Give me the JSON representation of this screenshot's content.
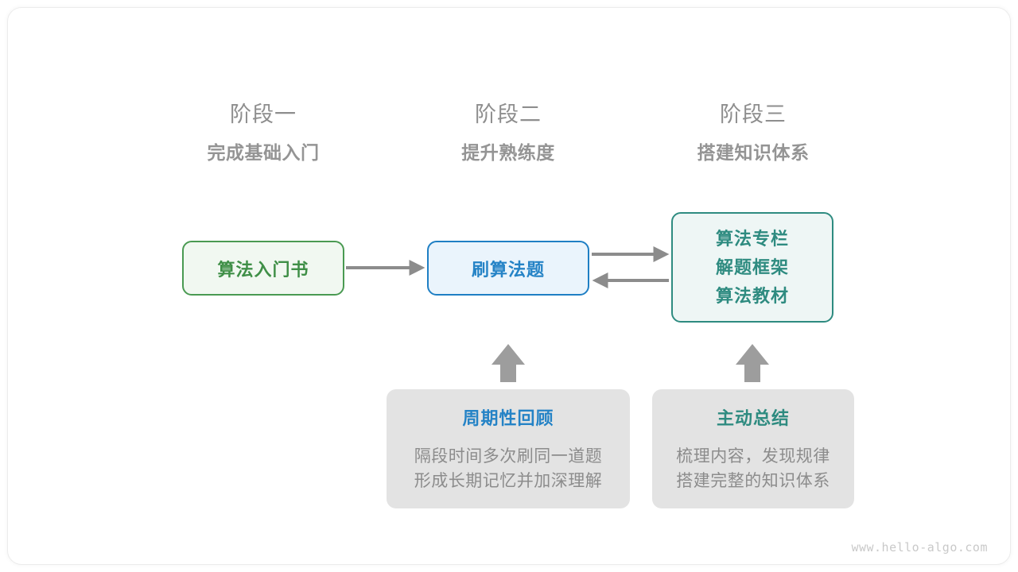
{
  "diagram": {
    "title_watermark": "www.hello-algo.com",
    "colors": {
      "green": "#4a9a52",
      "green_fill": "#f1f8f1",
      "green_text": "#3f8f47",
      "blue": "#1f7fc4",
      "blue_fill": "#eaf4fc",
      "blue_text": "#2583c6",
      "teal": "#2e8b80",
      "teal_fill": "#eef6f5",
      "gray_box": "#e3e3e3",
      "gray_text": "#8c8c8c",
      "arrow": "#8c8c8c",
      "header_title": "#8e8e8e",
      "header_subtitle": "#949494"
    },
    "stages": [
      {
        "title": "阶段一",
        "subtitle": "完成基础入门"
      },
      {
        "title": "阶段二",
        "subtitle": "提升熟练度"
      },
      {
        "title": "阶段三",
        "subtitle": "搭建知识体系"
      }
    ],
    "nodes": {
      "intro_book": {
        "label": "算法入门书"
      },
      "practice": {
        "label": "刷算法题"
      },
      "knowledge": {
        "lines": [
          "算法专栏",
          "解题框架",
          "算法教材"
        ]
      }
    },
    "info_cards": [
      {
        "title": "周期性回顾",
        "lines": [
          "隔段时间多次刷同一道题",
          "形成长期记忆并加深理解"
        ]
      },
      {
        "title": "主动总结",
        "lines": [
          "梳理内容，发现规律",
          "搭建完整的知识体系"
        ]
      }
    ],
    "arrows": [
      {
        "name": "intro-to-practice",
        "direction": "right"
      },
      {
        "name": "practice-to-knowledge",
        "direction": "right"
      },
      {
        "name": "knowledge-to-practice",
        "direction": "left"
      },
      {
        "name": "review-to-practice",
        "direction": "up"
      },
      {
        "name": "summary-to-knowledge",
        "direction": "up"
      }
    ]
  }
}
